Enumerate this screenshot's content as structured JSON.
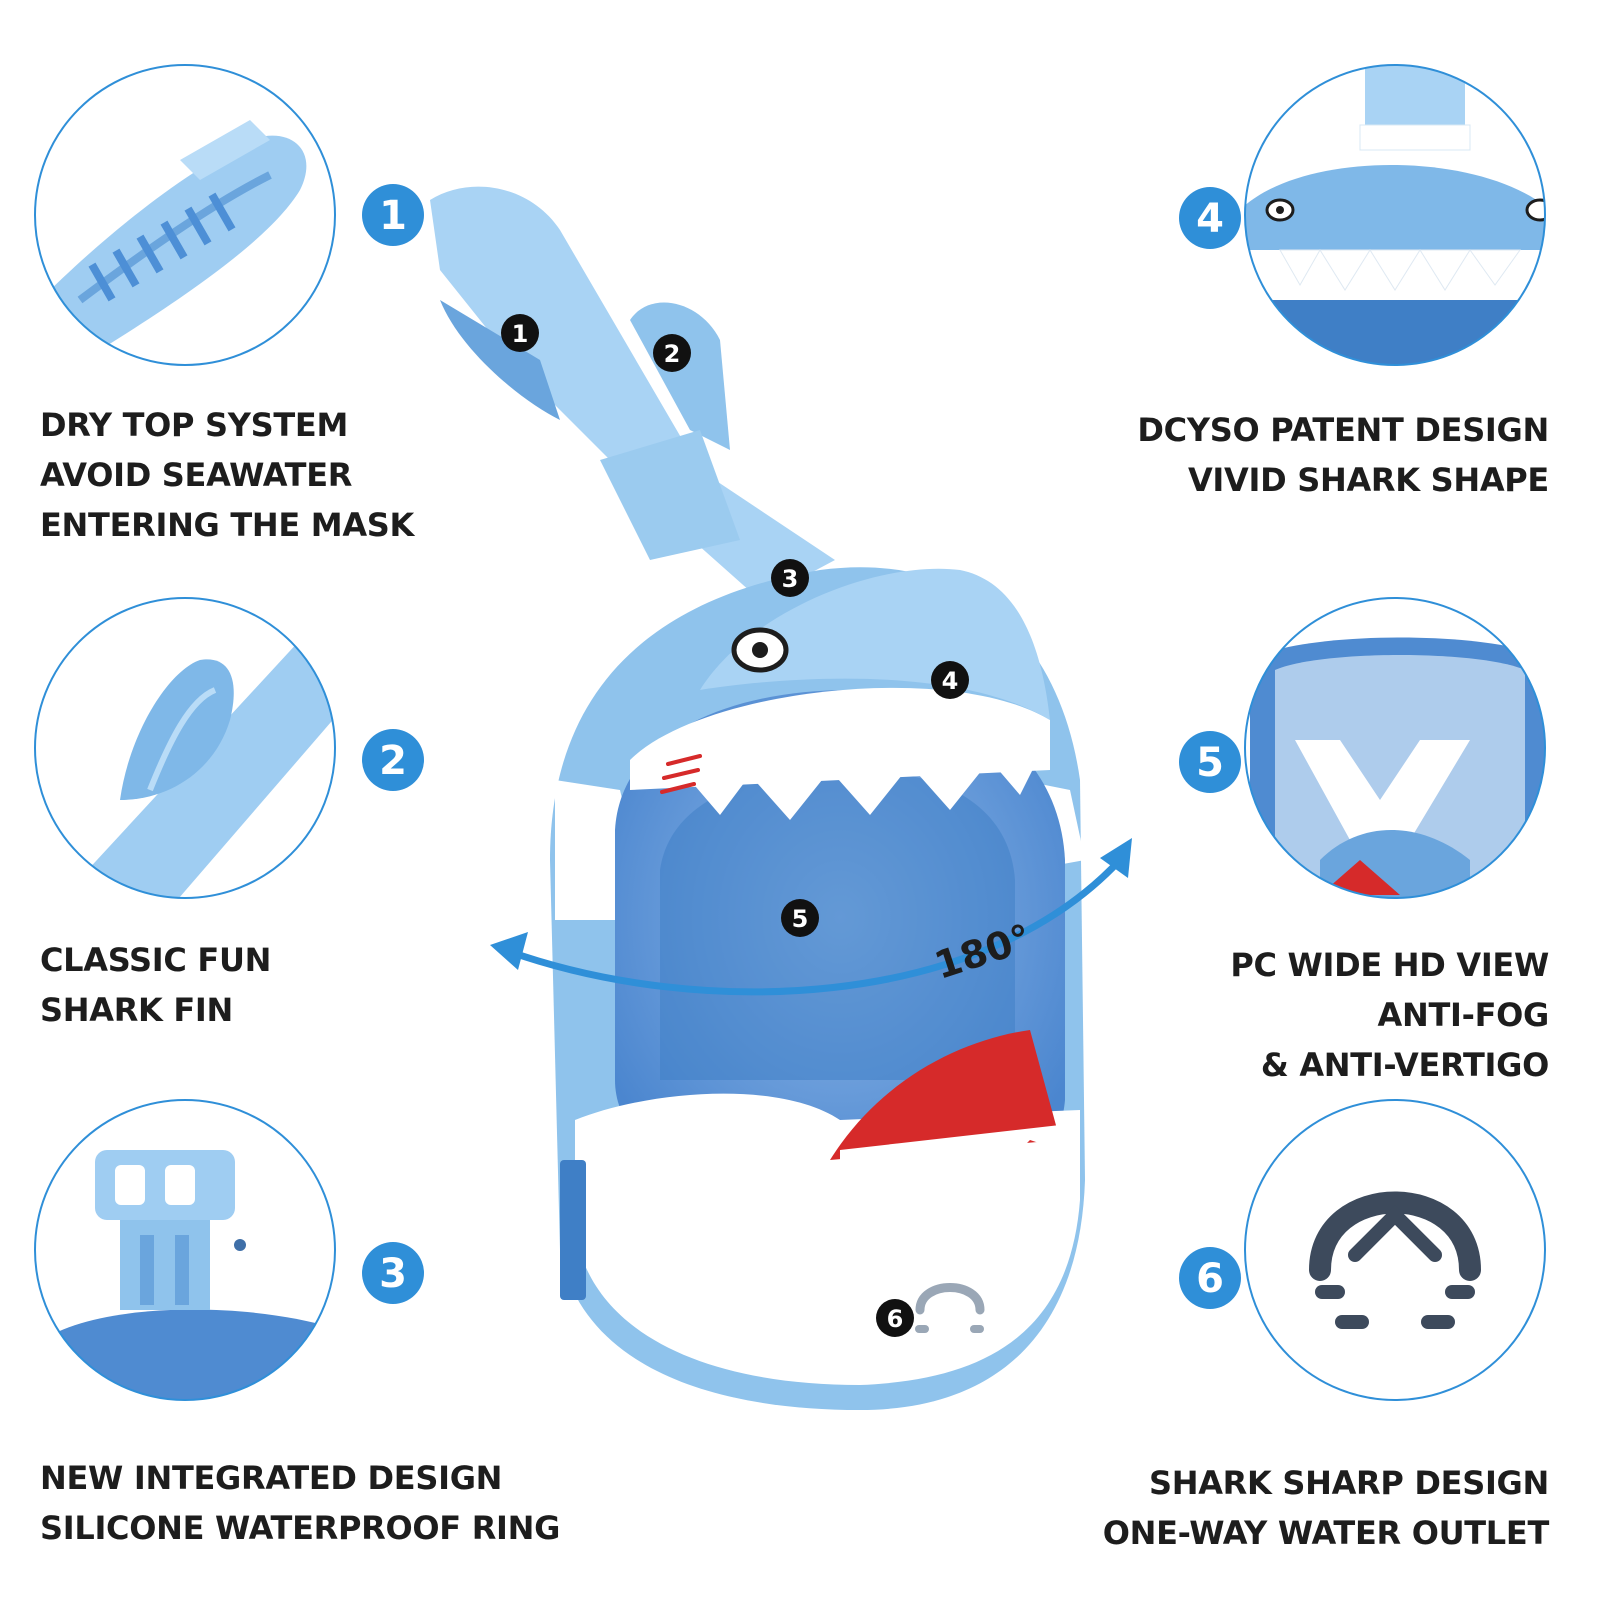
{
  "features": [
    {
      "number": "1",
      "lines": [
        "DRY TOP SYSTEM",
        "AVOID SEAWATER",
        "ENTERING THE MASK"
      ]
    },
    {
      "number": "2",
      "lines": [
        "CLASSIC FUN",
        "SHARK FIN"
      ]
    },
    {
      "number": "3",
      "lines": [
        "NEW INTEGRATED DESIGN",
        "SILICONE WATERPROOF RING"
      ]
    },
    {
      "number": "4",
      "lines": [
        "DCYSO PATENT DESIGN",
        "VIVID SHARK SHAPE"
      ]
    },
    {
      "number": "5",
      "lines": [
        "PC WIDE HD VIEW",
        "ANTI-FOG",
        "& ANTI-VERTIGO"
      ]
    },
    {
      "number": "6",
      "lines": [
        "SHARK SHARP DESIGN",
        "ONE-WAY WATER OUTLET"
      ]
    }
  ],
  "product_markers": [
    "1",
    "2",
    "3",
    "4",
    "5",
    "6"
  ],
  "view_angle": "180°",
  "colors": {
    "badge_blue": "#2f8fd8",
    "mask_blue": "#8fc3ec",
    "mask_dark_blue": "#3f7fc6",
    "accent_red": "#d62a2a",
    "text": "#1d1d1d"
  }
}
